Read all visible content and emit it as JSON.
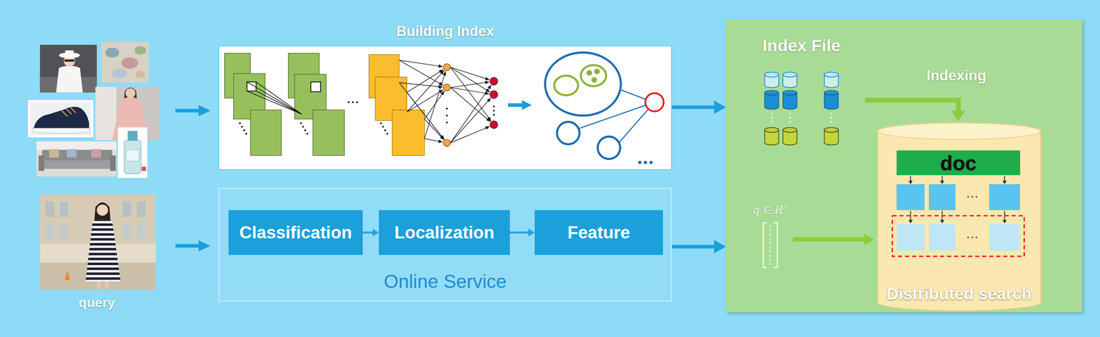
{
  "diagram": {
    "nodes": [
      {
        "text": [
          "Building Index"
        ]
      },
      {
        "text": [
          "Online Service"
        ]
      },
      {
        "text": [
          "Classification"
        ],
        "in": 1
      },
      {
        "text": [
          "Localization"
        ],
        "in": 1
      },
      {
        "text": [
          "Feature"
        ],
        "in": 1
      },
      {
        "text": [
          "Index File"
        ]
      },
      {
        "text": [
          "Distributed search"
        ],
        "in": 5
      },
      {
        "text": [
          "doc"
        ],
        "in": 6
      }
    ],
    "edges": [
      {
        "from": 0,
        "to": 5,
        "arrow": "to"
      },
      {
        "from": 1,
        "to": 5,
        "arrow": "to"
      },
      {
        "from": 2,
        "to": 3,
        "arrow": "to"
      },
      {
        "from": 3,
        "to": 4,
        "arrow": "to"
      }
    ],
    "labels": [
      "query",
      "Indexing",
      "q ∈ Rᵈ"
    ]
  }
}
